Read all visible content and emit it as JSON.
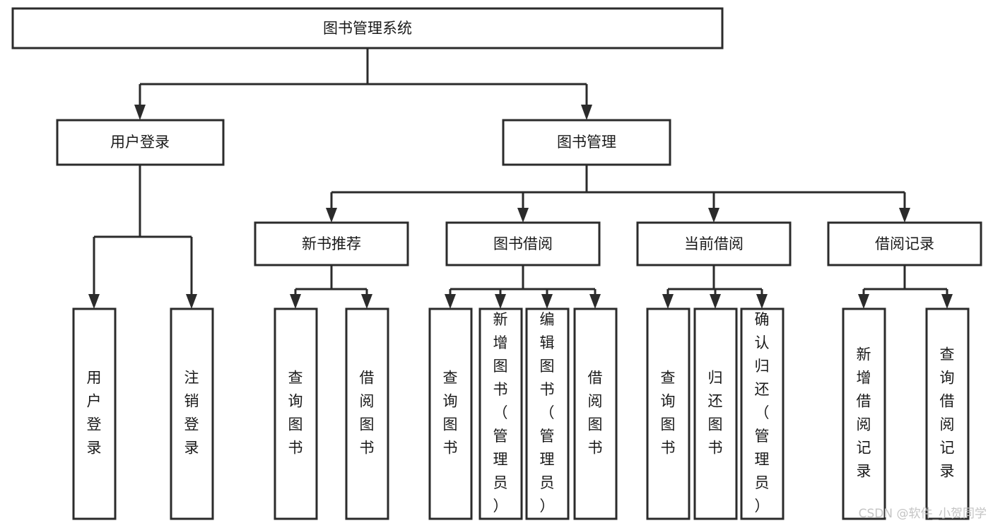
{
  "diagram": {
    "type": "tree",
    "title": "图书管理系统",
    "orientation": "top-down",
    "background_color": "#ffffff",
    "line_color": "#2b2b2b",
    "text_color": "#1a1a1a",
    "levels": 4
  },
  "root": {
    "label": "图书管理系统"
  },
  "level2": [
    {
      "label": "用户登录"
    },
    {
      "label": "图书管理"
    }
  ],
  "level3": [
    {
      "label": "新书推荐"
    },
    {
      "label": "图书借阅"
    },
    {
      "label": "当前借阅"
    },
    {
      "label": "借阅记录"
    }
  ],
  "leaves_user_login": [
    {
      "label": "用户登录"
    },
    {
      "label": "注销登录"
    }
  ],
  "leaves_new_books": [
    {
      "label": "查询图书"
    },
    {
      "label": "借阅图书"
    }
  ],
  "leaves_borrow": [
    {
      "label": "查询图书"
    },
    {
      "label": "新增图书（管理员）"
    },
    {
      "label": "编辑图书（管理员）"
    },
    {
      "label": "借阅图书"
    }
  ],
  "leaves_current": [
    {
      "label": "查询图书"
    },
    {
      "label": "归还图书"
    },
    {
      "label": "确认归还（管理员）"
    }
  ],
  "leaves_records": [
    {
      "label": "新增借阅记录"
    },
    {
      "label": "查询借阅记录"
    }
  ],
  "watermark": {
    "text": "CSDN @软件_小贺同学"
  }
}
